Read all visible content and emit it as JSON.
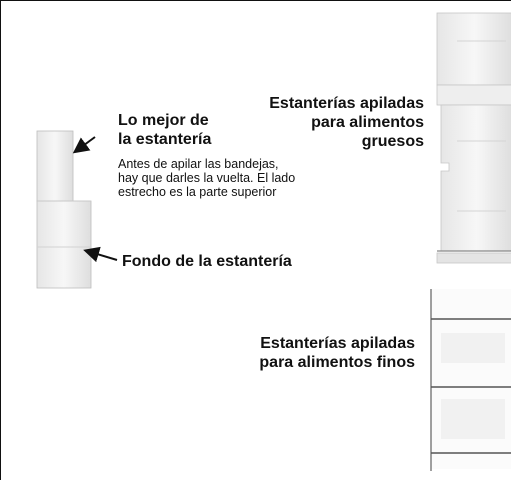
{
  "labels": {
    "top_of_shelf": [
      "Lo mejor de",
      "la estantería"
    ],
    "stacking_note": [
      "Antes de apilar las bandejas,",
      "hay que darles la vuelta. El lado",
      "estrecho es la parte superior"
    ],
    "bottom_of_shelf": "Fondo de la estantería",
    "coarse_stack": [
      "Estanterías apiladas",
      "para alimentos",
      "gruesos"
    ],
    "fine_stack": [
      "Estanterías apiladas",
      "para alimentos finos"
    ]
  },
  "colors": {
    "line": "#111111",
    "tray_fill": "#f3f3f3",
    "tray_shade": "#d9d9d9"
  },
  "icons": [
    "arrow-icon"
  ]
}
